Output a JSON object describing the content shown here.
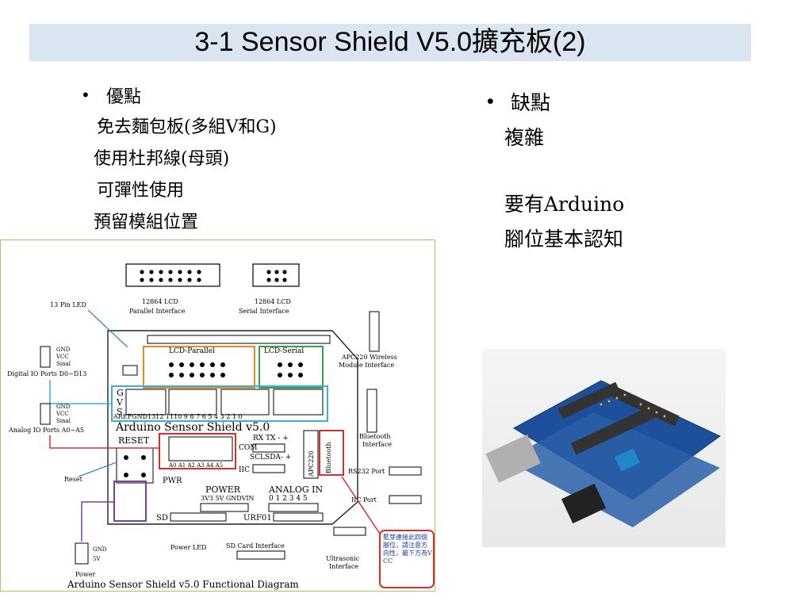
{
  "slide": {
    "title": "3-1 Sensor Shield V5.0擴充板(2)"
  },
  "left": {
    "heading": "優點",
    "items": [
      "免去麵包板(多組V和G)",
      "使用杜邦線(母頭)",
      "可彈性使用",
      "預留模組位置"
    ]
  },
  "right": {
    "heading": "缺點",
    "items": [
      "複雜",
      "",
      "要有Arduino",
      "腳位基本認知"
    ]
  },
  "diagram": {
    "caption": "Arduino Sensor Shield v5.0 Functional Diagram",
    "labels": {
      "lcd_parallel": "12864 LCD",
      "lcd_parallel2": "Parallel Interface",
      "lcd_serial": "12864 LCD",
      "lcd_serial2": "Serial Interface",
      "pin13": "13 Pin LED",
      "digital": "Digital IO Ports D0~D13",
      "analog": "Analog IO Ports A0~A5",
      "reset": "Reset",
      "power": "Power",
      "apc1": "APC220 Wireless",
      "apc2": "Module Interface",
      "bt1": "Bluetooth",
      "bt2": "Interface",
      "rs232": "RS232 Port",
      "iic": "IIC Port",
      "ultra1": "Ultrasonic",
      "ultra2": "Interface",
      "sdcard": "SD Card Interface",
      "powerled": "Power LED",
      "gnd": "GND",
      "vcc": "VCC",
      "sinal": "Sinal",
      "five_v": "5V",
      "board_title": "Arduino Sensor Shield v5.0",
      "reset_btn": "RESET",
      "lcd_par_silk": "LCD-Parallel",
      "lcd_ser_silk": "LCD-Serial",
      "pwr": "PWR",
      "power_silk": "POWER",
      "analog_in": "ANALOG IN",
      "analog_nums": "0 1 2 3 4 5",
      "power_pins": "3V3 5V GNDVIN",
      "aref": "AREFGND1312  1110 9 8   7 6 5 4   3 2 1 0",
      "analog_pins": "A0 A1 A2 A3 A4 A5",
      "com": "COM",
      "rxtx": "RX TX - +",
      "sclsda": "SCLSDA- +",
      "iic_silk": "IIC",
      "sd_silk": "SD",
      "urf": "URF01",
      "apc_silk": "APC220",
      "bt_silk": "Bluetooth",
      "reset_silk": "RESET",
      "v33": "3V3",
      "note": "藍芽連接此四個腳位，請注意方向性，最下方為VCC",
      "header_g": "G",
      "header_v": "V",
      "header_s": "S"
    }
  },
  "colors": {
    "title_bg": "#dbe5f1",
    "board_frame": "#8bc34a",
    "orange": "#e08a2a",
    "green": "#3a9e4a",
    "cyan": "#3ab0d8",
    "red": "#d32f2f",
    "purple": "#7b3fa0",
    "blue": "#1e73c8"
  }
}
